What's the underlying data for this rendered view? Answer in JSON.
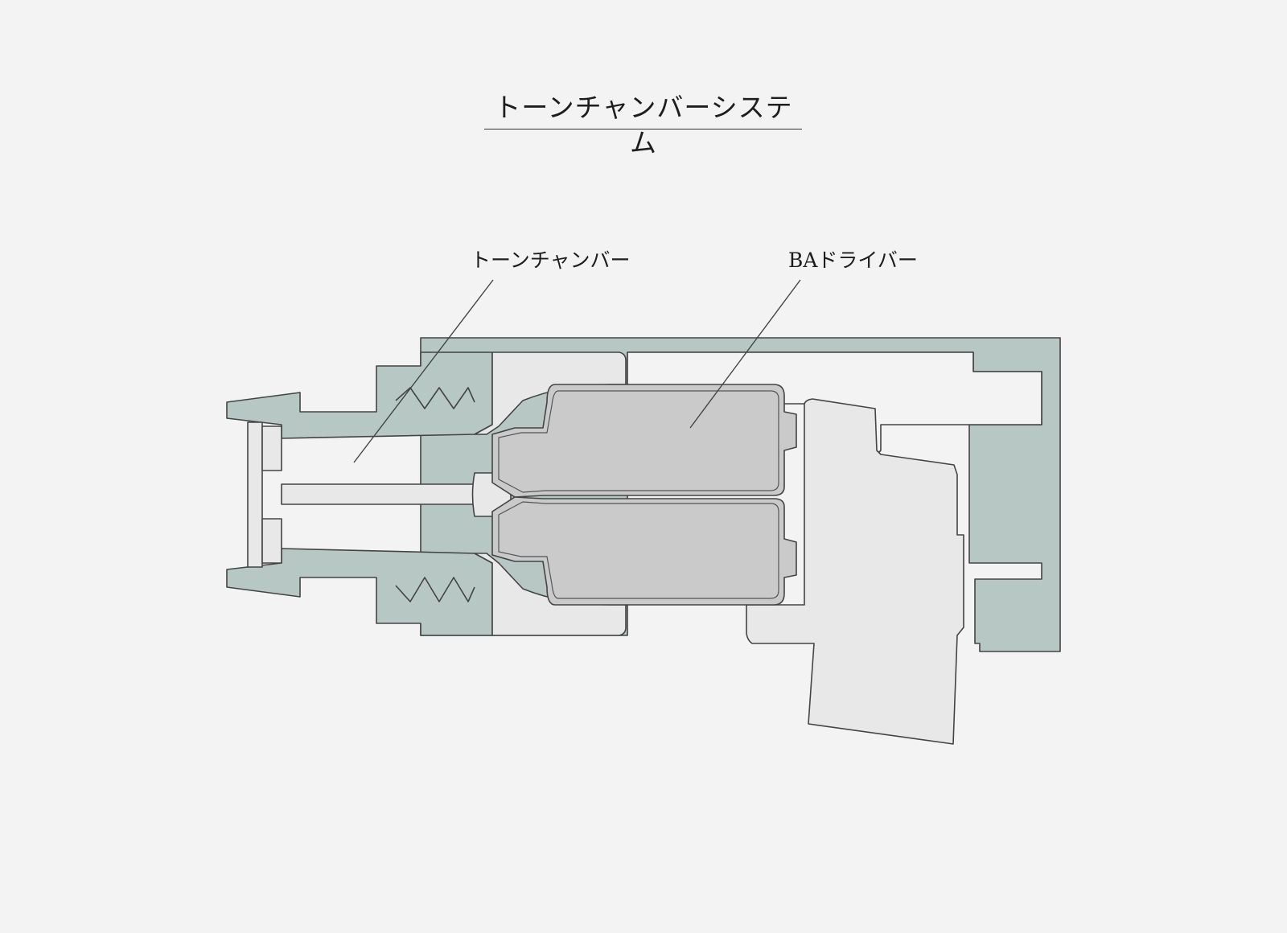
{
  "title": "トーンチャンバーシステム",
  "labels": {
    "tone_chamber": "トーンチャンバー",
    "ba_driver": "BAドライバー"
  },
  "colors": {
    "background": "#f3f3f3",
    "housing": "#b7c7c4",
    "inner_part": "#e8e8e8",
    "ba_driver": "#cacaca",
    "outline": "#444444"
  }
}
